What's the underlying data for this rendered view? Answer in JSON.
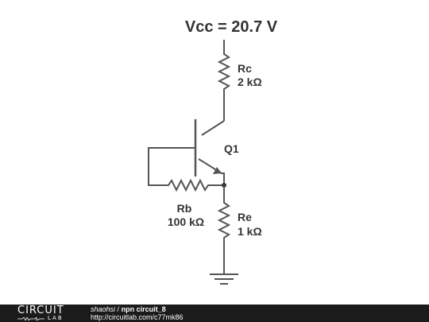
{
  "schematic": {
    "vcc_label": "Vcc = 20.7 V",
    "rc": {
      "name": "Rc",
      "value": "2 kΩ"
    },
    "q1": {
      "name": "Q1"
    },
    "rb": {
      "name": "Rb",
      "value": "100 kΩ"
    },
    "re": {
      "name": "Re",
      "value": "1 kΩ"
    }
  },
  "footer": {
    "logo_top": "CIRCUIT",
    "logo_bottom": "LAB",
    "author": "shaohsi",
    "separator": "/",
    "circuit_title": "npn circuit_8",
    "url": "http://circuitlab.com/c77mk86"
  }
}
